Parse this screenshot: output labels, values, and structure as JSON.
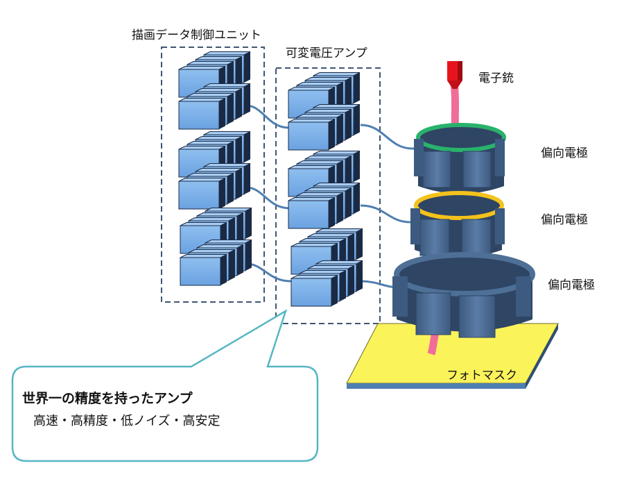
{
  "labels": {
    "drawing_control_unit": "描画データ制御ユニット",
    "variable_amp": "可変電圧アンプ",
    "electron_gun": "電子銃",
    "deflector_1": "偏向電極",
    "deflector_2": "偏向電極",
    "deflector_3": "偏向電極",
    "photomask": "フォトマスク"
  },
  "callout": {
    "title": "世界一の精度を持ったアンプ",
    "subtitle": "高速・高精度・低ノイズ・高安定"
  },
  "colors": {
    "block_face": "#7fb2ea",
    "block_side": "#1b2a44",
    "block_top": "#a9cdf3",
    "dashed_box": "#3e5571",
    "wire": "#4f7fb0",
    "electrode": "#4e6f96",
    "electrode_dark": "#2e4564",
    "beam": "#f06d99",
    "gun": "#e8141d",
    "ring_top_1": "#29b26b",
    "ring_top_2": "#f3c21c",
    "photomask": "#fbf35a",
    "callout_border": "#56b6c3"
  }
}
